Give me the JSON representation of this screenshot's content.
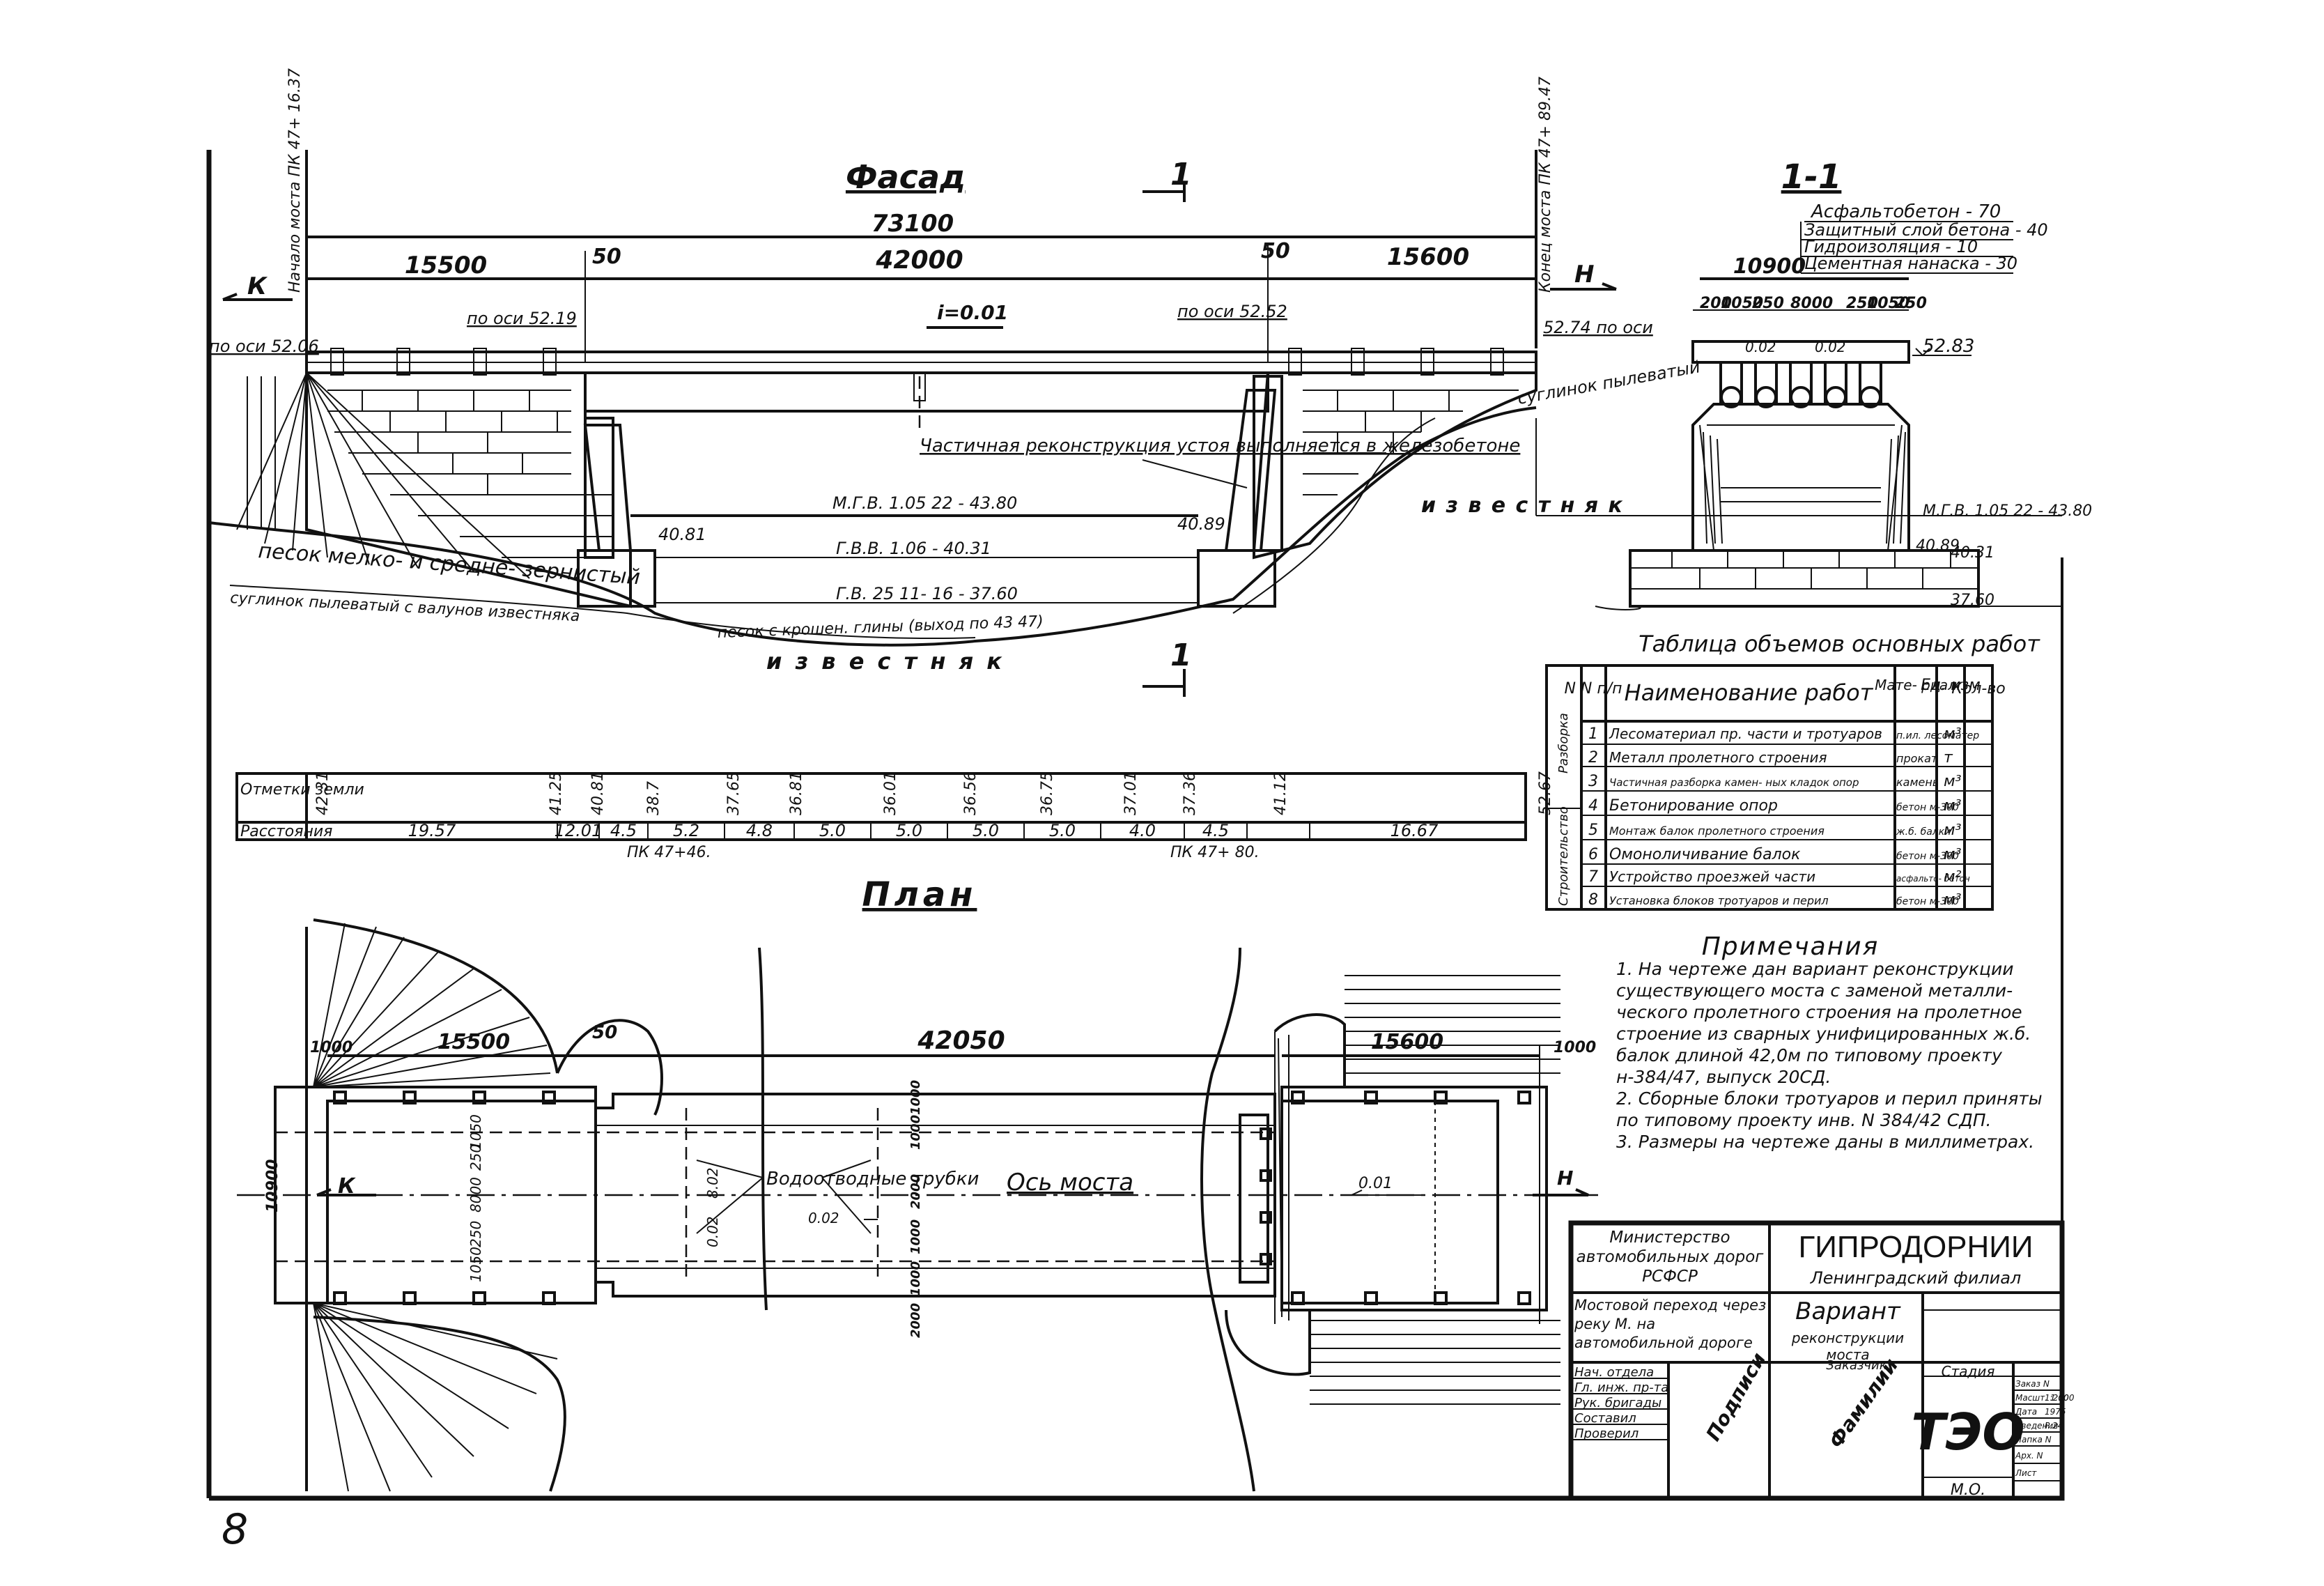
{
  "facade": {
    "title": "Фасад",
    "total_length": "73100",
    "spans": {
      "left": "15500",
      "middle": "42000",
      "right": "15600",
      "gap_left": "50",
      "gap_right": "50"
    },
    "axis_left": "по оси 52.19",
    "axis_right": "по оси 52.52",
    "axis_start": "по оси 52.06",
    "axis_end": "52.74 по оси",
    "start_label": "Начало моста ПК 47+ 16.37",
    "end_label": "Конец моста ПК 47+ 89.47",
    "slope": "i=0.01",
    "k_label": "К",
    "n_label": "Н",
    "reconstruction_note": "Частичная реконструкция устоя выполняется в железобетоне",
    "level_mgv": "М.Г.В. 1.05 22 - 43.80",
    "level_gvv": "Г.В.В. 1.06 - 40.31",
    "level_gv": "Г.В. 25 11- 16 - 37.60",
    "level_left_pier": "40.81",
    "level_right_pier": "40.89",
    "soil_sand": "песок мелко- и средне- зернистый",
    "soil_loam": "суглинок пылеватый с валунов известняка",
    "soil_limestone_bottom": "и з в е с т н я к",
    "soil_limestone_right": "и з в е с т н я к",
    "soil_loam_right": "суглинок пылеватый",
    "section_mark": "1",
    "bottom_note": "песок с крошен. глины (выход по 43 47)"
  },
  "section": {
    "title": "1-1",
    "layers": [
      "Асфальтобетон - 70",
      "Защитный слой бетона - 40",
      "Гидроизоляция - 10",
      "Цементная нанаска - 30"
    ],
    "width": "10900",
    "dims": [
      "200",
      "1050",
      "250",
      "8000",
      "250",
      "1050",
      "250"
    ],
    "slopes": [
      "0.02",
      "0.02"
    ],
    "level_top": "52.83",
    "level_mgv": "М.Г.В. 1.05 22 - 43.80",
    "level_gvv": "40.31",
    "level_base": "37.60",
    "level_found": "40.89"
  },
  "profile": {
    "row1_label": "Отметки земли",
    "row2_label": "Расстояния",
    "elevations": [
      "42.31",
      "41.25",
      "40.81",
      "38.7",
      "37.65",
      "36.81",
      "36.01",
      "36.56",
      "36.75",
      "37.01",
      "37.36",
      "41.12",
      "52.67"
    ],
    "distances": [
      "19.57",
      "12.01",
      "4.5",
      "5.2",
      "4.8",
      "5.0",
      "5.0",
      "5.0",
      "5.0",
      "4.0",
      "4.5",
      "16.67"
    ],
    "pk_left": "ПК 47+46.",
    "pk_right": "ПК 47+ 80."
  },
  "worktable": {
    "title": "Таблица объемов основных работ",
    "headers": [
      "N N п/п",
      "Наименование работ",
      "Мате- риал",
      "Ед. изм",
      "Кол-во"
    ],
    "side_top": "Разборка",
    "side_bottom": "Строительство",
    "rows": [
      [
        "1",
        "Лесоматериал пр. части и тротуаров",
        "п.ил. лесоматер",
        "м³"
      ],
      [
        "2",
        "Металл пролетного строения",
        "прокат",
        "т"
      ],
      [
        "3",
        "Частичная разборка камен- ных кладок опор",
        "камень",
        "м³"
      ],
      [
        "4",
        "Бетонирование опор",
        "бетон м-300",
        "м³"
      ],
      [
        "5",
        "Монтаж балок пролетного строения",
        "ж.б. балки",
        "м³"
      ],
      [
        "6",
        "Омоноличивание балок",
        "бетон м-300",
        "м³"
      ],
      [
        "7",
        "Устройство проезжей части",
        "асфальто- бетон",
        "м²"
      ],
      [
        "8",
        "Установка блоков тротуаров и перил",
        "бетон м-300",
        "м³"
      ]
    ]
  },
  "plan": {
    "title": "План",
    "span_total": "42050",
    "left_span": "15500",
    "right_span": "15600",
    "gap": "50",
    "edge_left": "1000",
    "edge_right": "1000",
    "width": "10900",
    "axis_label": "Ось моста",
    "drain_label": "Водоотводные трубки",
    "slope_left": "0.02",
    "slope_right": "0.01",
    "k_label": "К",
    "n_label": "Н",
    "side_dims": [
      "1000",
      "1000",
      "2000",
      "1000",
      "1000",
      "2000"
    ],
    "interior_dims": [
      "1050",
      "250",
      "8000",
      "250",
      "1050"
    ],
    "mid_dims": [
      "8.02",
      "0.02"
    ]
  },
  "notes": {
    "title": "Примечания",
    "items": [
      "1. На чертеже дан вариант реконструкции существующего моста с заменой металли- ческого пролетного строения на пролетное строение из сварных унифицированных ж.б. балок длиной 42,0м по типовому проекту н-384/47, выпуск 20СД.",
      "2. Сборные блоки тротуаров и перил приняты по типовому проекту инв. N 384/42 СДП.",
      "3. Размеры на чертеже даны в миллиметрах."
    ]
  },
  "titleblock": {
    "ministry": "Министерство автомобильных дорог РСФСР",
    "org": "ГИПРОДОРНИИ",
    "branch": "Ленинградский филиал",
    "object": "Мостовой переход через реку М. на автомобильной дороге",
    "variant_title": "Вариант",
    "variant_sub": "реконструкции моста",
    "customer": "Заказчик",
    "roles": [
      "Нач. отдела",
      "Гл. инж. пр-та",
      "Рук. бригады",
      "Составил",
      "Проверил"
    ],
    "signature": "Подписи",
    "surnames": "Фамилии",
    "stage_label": "Стадия",
    "stage": "ТЭО",
    "sheet_label": "М.О.",
    "side_rows": [
      "Заказ N",
      "Масшт. 1:100",
      "Дата",
      "Сведения",
      "Папка N",
      "Арх. N",
      "Лист"
    ],
    "side_values": [
      "",
      "1:200",
      "1975",
      "Р.24",
      "",
      "",
      ""
    ]
  },
  "page_number": "8"
}
